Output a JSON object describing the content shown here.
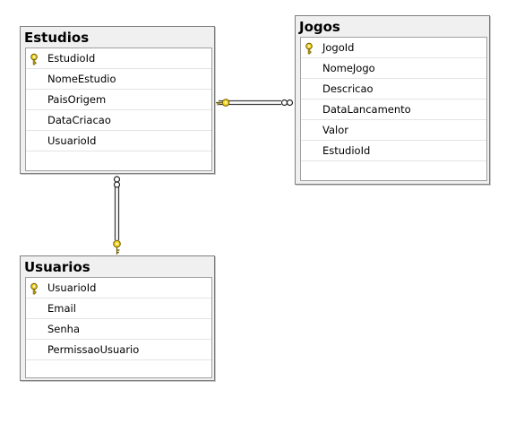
{
  "tables": {
    "estudios": {
      "title": "Estudios",
      "columns": [
        {
          "name": "EstudioId",
          "pk": true
        },
        {
          "name": "NomeEstudio",
          "pk": false
        },
        {
          "name": "PaisOrigem",
          "pk": false
        },
        {
          "name": "DataCriacao",
          "pk": false
        },
        {
          "name": "UsuarioId",
          "pk": false
        }
      ]
    },
    "jogos": {
      "title": "Jogos",
      "columns": [
        {
          "name": "JogoId",
          "pk": true
        },
        {
          "name": "NomeJogo",
          "pk": false
        },
        {
          "name": "Descricao",
          "pk": false
        },
        {
          "name": "DataLancamento",
          "pk": false
        },
        {
          "name": "Valor",
          "pk": false
        },
        {
          "name": "EstudioId",
          "pk": false
        }
      ]
    },
    "usuarios": {
      "title": "Usuarios",
      "columns": [
        {
          "name": "UsuarioId",
          "pk": true
        },
        {
          "name": "Email",
          "pk": false
        },
        {
          "name": "Senha",
          "pk": false
        },
        {
          "name": "PermissaoUsuario",
          "pk": false
        }
      ]
    }
  },
  "colors": {
    "key_fill": "#f2d21a",
    "key_stroke": "#6b5a00",
    "line": "#404040"
  },
  "icons": {
    "primary_key": "key-icon",
    "one_end": "key-icon",
    "many_end": "infinity-icon"
  }
}
